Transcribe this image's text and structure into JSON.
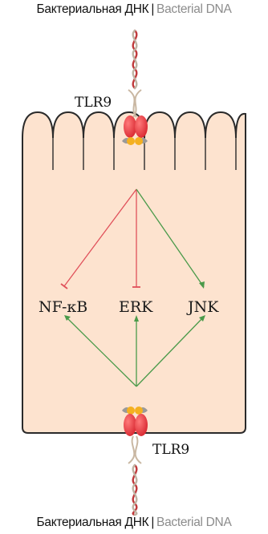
{
  "captions": {
    "top": {
      "ru": "Бактериальная ДНК",
      "separator": "|",
      "en": "Bacterial DNA"
    },
    "bottom": {
      "ru": "Бактериальная ДНК",
      "separator": "|",
      "en": "Bacterial DNA"
    }
  },
  "receptor_top": {
    "label": "TLR9"
  },
  "receptor_bottom": {
    "label": "TLR9"
  },
  "pathways": {
    "nfkb": "NF-κB",
    "erk": "ERK",
    "jnk": "JNK"
  },
  "colors": {
    "cell_fill": "#fde3cf",
    "cell_stroke": "#2a2a2a",
    "inhibition": "#e0505a",
    "activation": "#4a9a4a",
    "receptor_red": "#e8323a",
    "receptor_yellow": "#f4b020",
    "receptor_grey": "#9a9a9a",
    "dna_red": "#c0393b",
    "dna_grey": "#bfb3a3"
  },
  "edges": [
    {
      "from": "top_receptor",
      "to": "nfkb",
      "type": "inhibition"
    },
    {
      "from": "top_receptor",
      "to": "erk",
      "type": "inhibition"
    },
    {
      "from": "top_receptor",
      "to": "jnk",
      "type": "activation"
    },
    {
      "from": "bottom_receptor",
      "to": "nfkb",
      "type": "activation"
    },
    {
      "from": "bottom_receptor",
      "to": "erk",
      "type": "activation"
    },
    {
      "from": "bottom_receptor",
      "to": "jnk",
      "type": "activation"
    }
  ]
}
